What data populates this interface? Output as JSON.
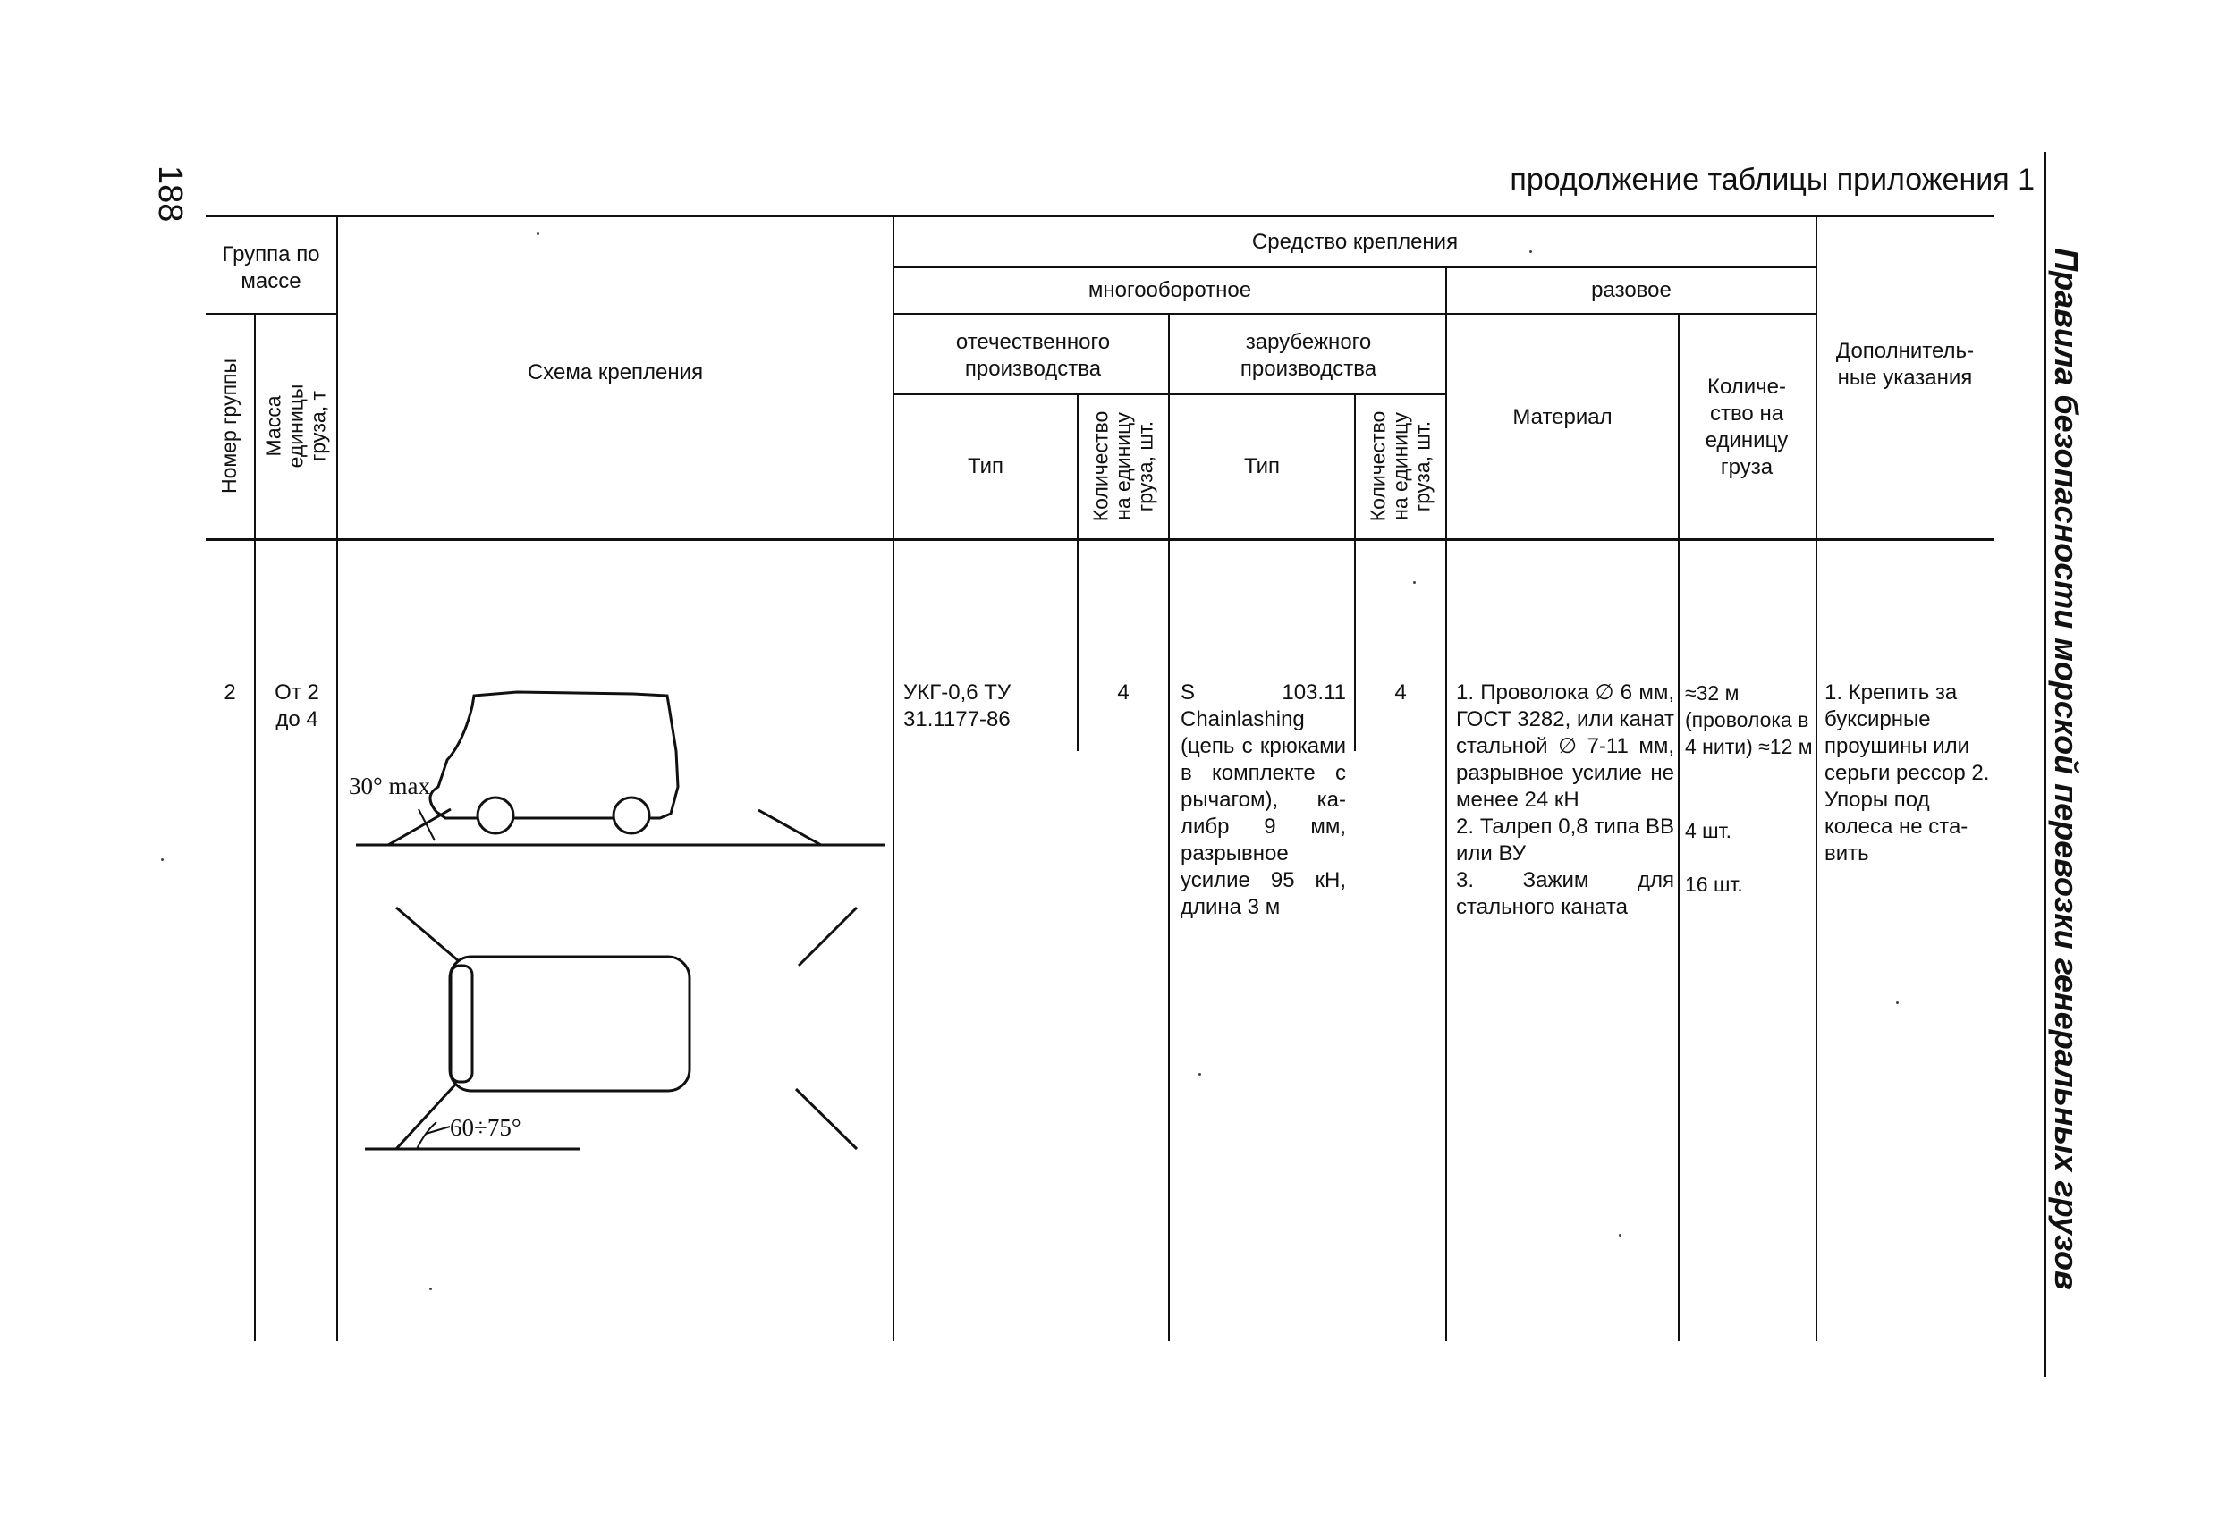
{
  "page": {
    "number": "188",
    "caption": "продолжение таблицы приложения 1",
    "running_title": "Правила безопасности морской перевозки генеральных грузов"
  },
  "header": {
    "mass_group": "Группа по массе",
    "group_number": "Номер группы",
    "unit_mass": "Масса единицы груза, т",
    "scheme": "Схема крепления",
    "fastening_means": "Средство крепления",
    "reusable": "многооборотное",
    "single_use": "разовое",
    "domestic": "отечественного производства",
    "foreign": "зарубежного производства",
    "type_domestic": "Тип",
    "qty_domestic": "Количество на единицу груза, шт.",
    "type_foreign": "Тип",
    "qty_foreign": "Количество на единицу груза, шт.",
    "material": "Материал",
    "qty_single": "Количе­ство на единицу груза",
    "notes": "Дополнитель­ные указания"
  },
  "row": {
    "group": "2",
    "mass": "От 2 до 4",
    "domestic_type": "УКГ-0,6 ТУ 31.1177-86",
    "domestic_qty": "4",
    "foreign_type": "S 103.11 Chainlashing (цепь с крю­ками в ком­плекте с ры­чагом), ка­либр 9 мм, разрывное усилие 95 кН, длина 3 м",
    "foreign_qty": "4",
    "material_1": "1. Проволока ∅ 6 мм, ГОСТ 3282, или канат сталь­ной ∅ 7-11 мм, разрывное усилие не менее 24 кН",
    "material_2": "2. Талреп 0,8 типа ВВ или ВУ",
    "material_3": "3. Зажим для стального каната",
    "qty_1": "≈32 м (проволока в 4 нити) ≈12 м",
    "qty_2": "4 шт.",
    "qty_3": "16 шт.",
    "notes": "1. Крепить за буксирные проушины или серьги рессор 2. Упоры под колеса не ста­вить"
  },
  "scheme": {
    "angle_side": "30° max",
    "angle_top": "60÷75°"
  }
}
